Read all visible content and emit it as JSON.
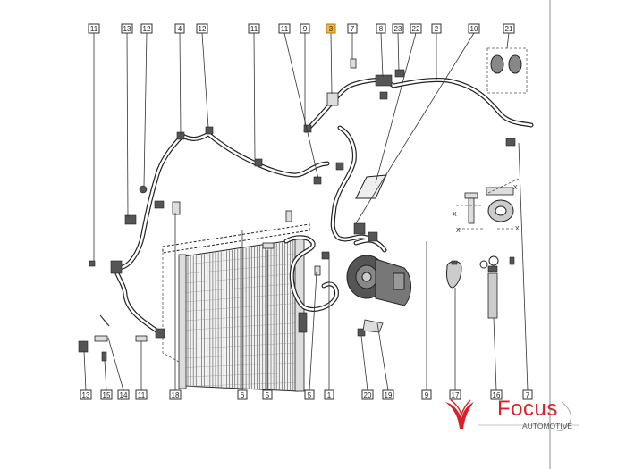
{
  "diagram": {
    "highlight_color": "#f5b841",
    "brand_color": "#d62128",
    "callouts": [
      {
        "id": "c11a",
        "text": "11"
      },
      {
        "id": "c13a",
        "text": "13"
      },
      {
        "id": "c12a",
        "text": "12"
      },
      {
        "id": "c4",
        "text": "4"
      },
      {
        "id": "c12b",
        "text": "12"
      },
      {
        "id": "c11b",
        "text": "11"
      },
      {
        "id": "c11c",
        "text": "11"
      },
      {
        "id": "c9a",
        "text": "9"
      },
      {
        "id": "c3",
        "text": "3",
        "highlighted": true
      },
      {
        "id": "c7a",
        "text": "7"
      },
      {
        "id": "c8",
        "text": "8"
      },
      {
        "id": "c23",
        "text": "23"
      },
      {
        "id": "c22",
        "text": "22"
      },
      {
        "id": "c2",
        "text": "2"
      },
      {
        "id": "c10",
        "text": "10"
      },
      {
        "id": "c21",
        "text": "21"
      },
      {
        "id": "c13b",
        "text": "13"
      },
      {
        "id": "c15",
        "text": "15"
      },
      {
        "id": "c14",
        "text": "14"
      },
      {
        "id": "c11d",
        "text": "11"
      },
      {
        "id": "c18",
        "text": "18"
      },
      {
        "id": "c6",
        "text": "6"
      },
      {
        "id": "c5a",
        "text": "5"
      },
      {
        "id": "c5b",
        "text": "5"
      },
      {
        "id": "c1",
        "text": "1"
      },
      {
        "id": "c20",
        "text": "20"
      },
      {
        "id": "c19",
        "text": "19"
      },
      {
        "id": "c9b",
        "text": "9"
      },
      {
        "id": "c17",
        "text": "17"
      },
      {
        "id": "c16",
        "text": "16"
      },
      {
        "id": "c7b",
        "text": "7"
      }
    ],
    "dimension_marks": [
      "X",
      "X",
      "X",
      "X"
    ]
  },
  "logo": {
    "word": "Focus",
    "subtitle": "AUTOMOTIVE"
  }
}
